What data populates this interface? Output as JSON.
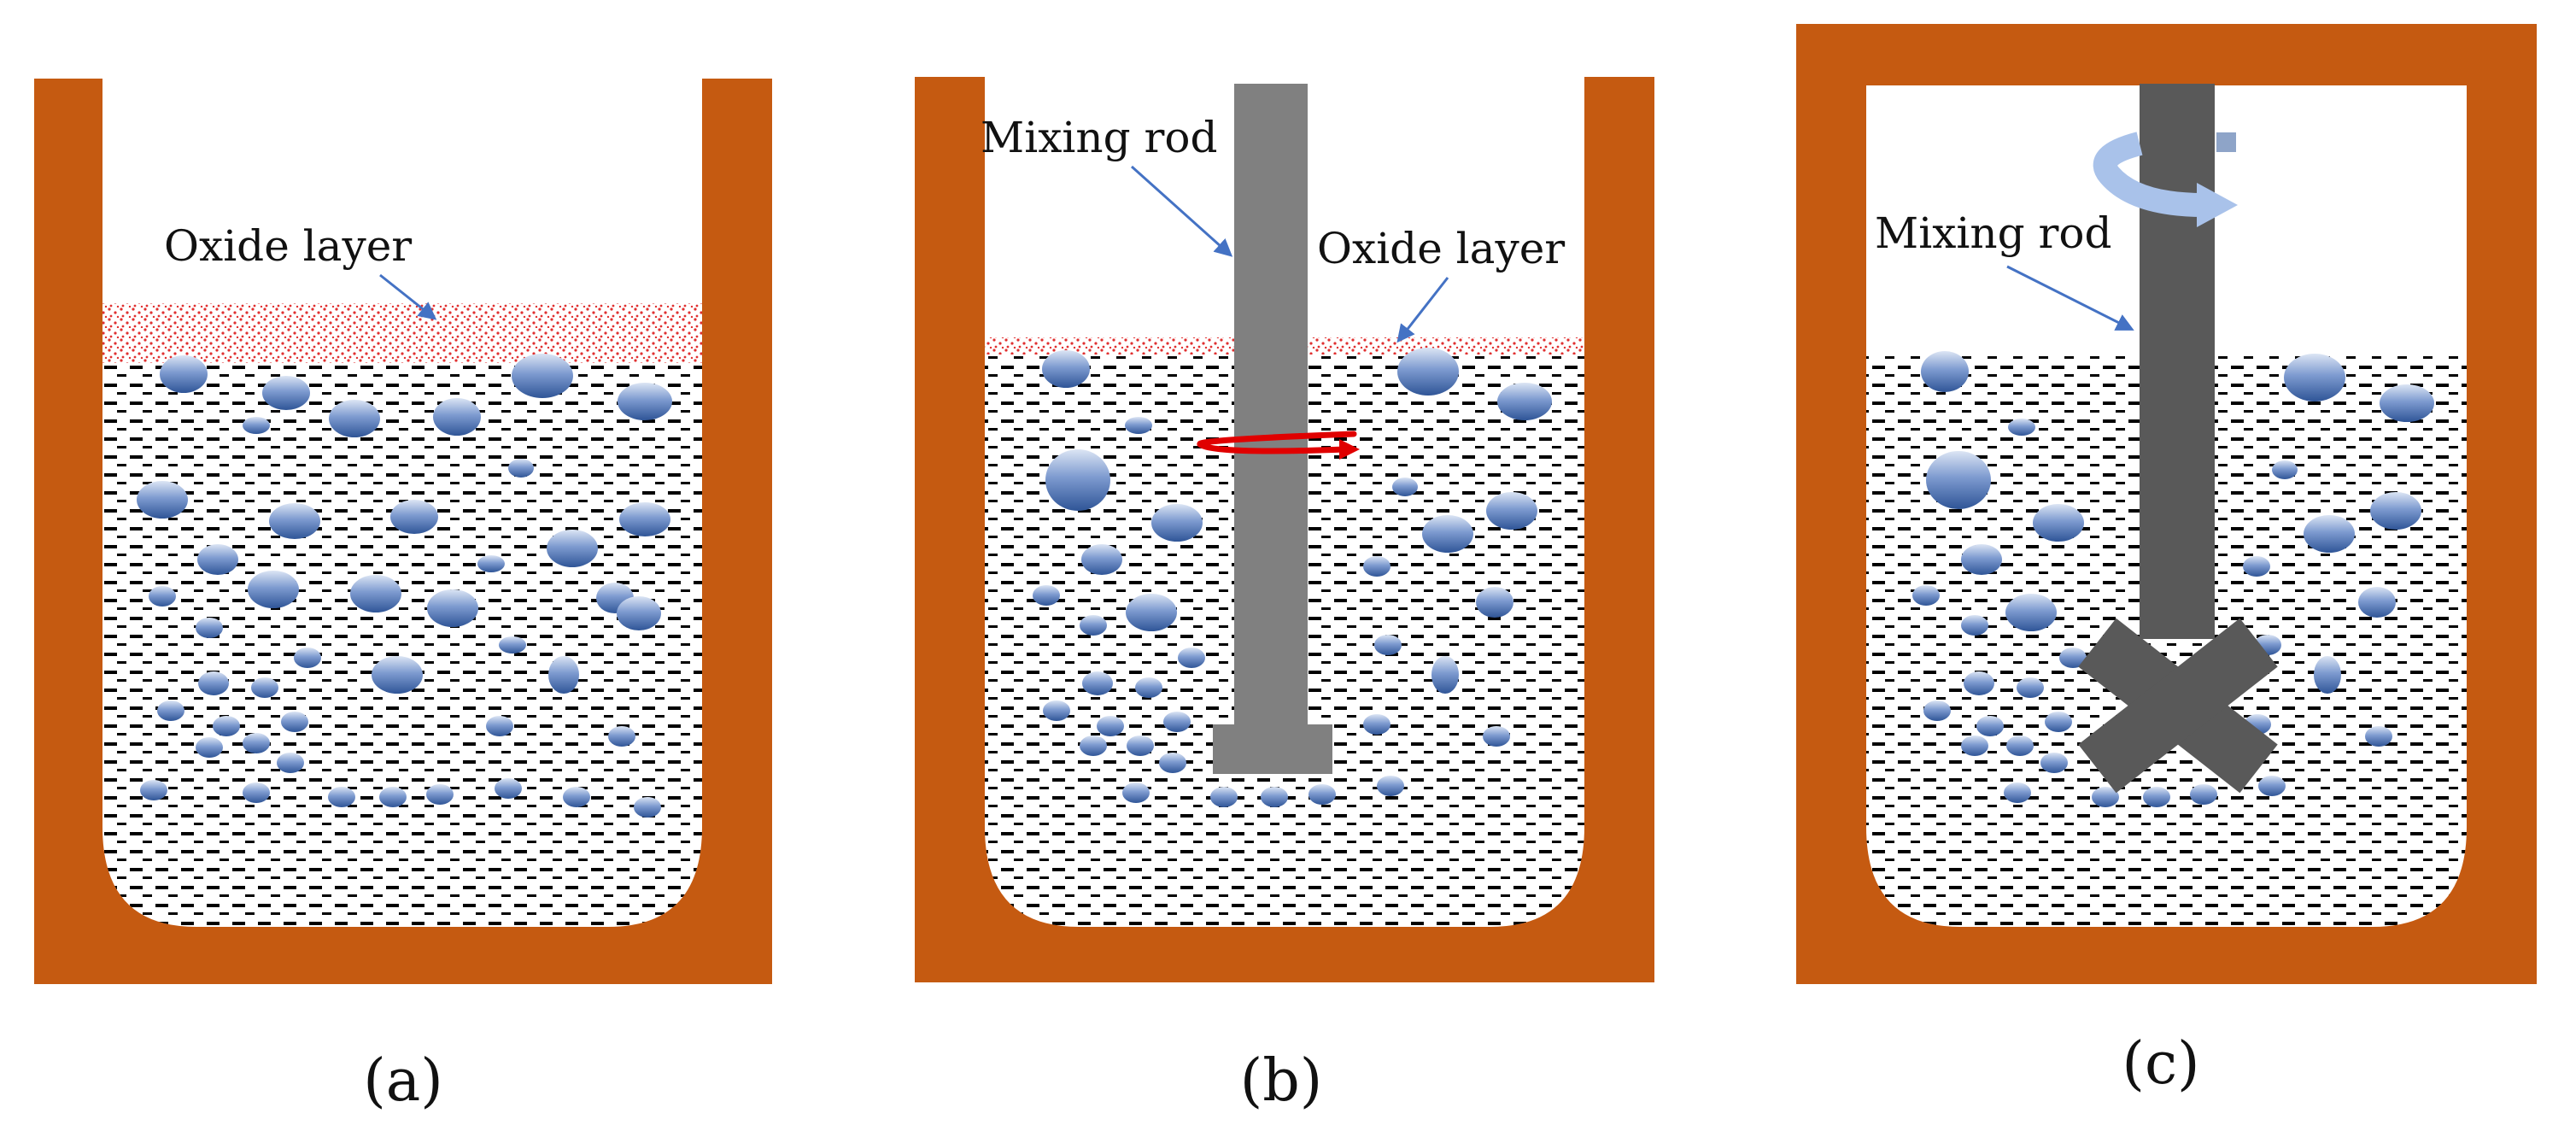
{
  "colors": {
    "crucible": "#C55A11",
    "liquid_dash": "#000000",
    "oxide": "#E03030",
    "bubble_light": "#C9D6EC",
    "bubble_dark": "#2F5597",
    "rod_a": "#808080",
    "rod_c": "#595959",
    "arrow_blue": "#4472C4",
    "arrow_red": "#E00000",
    "rotation_arrow": "#A9C2EA"
  },
  "panels": [
    {
      "id": "a",
      "caption": "(a)",
      "labels": {
        "oxide": "Oxide layer"
      },
      "has_oxide": true,
      "rod": "none"
    },
    {
      "id": "b",
      "caption": "(b)",
      "labels": {
        "mixing_rod": "Mixing rod",
        "oxide": "Oxide layer"
      },
      "has_oxide": true,
      "rod": "straight",
      "rotation_arrow_icon": "red-rotation-arrow-icon"
    },
    {
      "id": "c",
      "caption": "(c)",
      "labels": {
        "mixing_rod": "Mixing rod"
      },
      "has_oxide": false,
      "rod": "x-impeller",
      "rotation_arrow_icon": "curved-rotation-arrow-icon"
    }
  ]
}
